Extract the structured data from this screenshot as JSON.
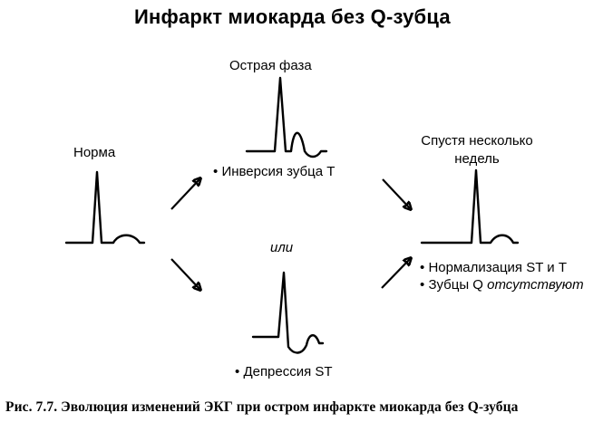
{
  "title": "Инфаркт миокарда без Q-зубца",
  "stages": {
    "norm": {
      "label": "Норма"
    },
    "acute": {
      "label": "Острая фаза",
      "note": "Инверсия зубца Т"
    },
    "or": {
      "label": "или"
    },
    "depression": {
      "note": "Депрессия ST"
    },
    "later": {
      "label_line1": "Спустя несколько",
      "label_line2": "недель",
      "note1": "Нормализация ST и Т",
      "note2_prefix": "Зубцы Q ",
      "note2_emph": "отсутствуют"
    }
  },
  "bullet": "•",
  "caption": "Рис. 7.7. Эволюция изменений ЭКГ при остром инфаркте миокарда без Q-зубца"
}
